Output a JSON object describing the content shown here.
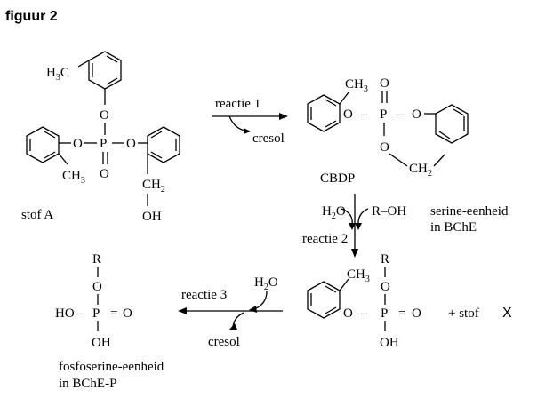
{
  "figure": {
    "title": "figuur 2"
  },
  "labels": {
    "reactie1": "reactie 1",
    "reactie2": "reactie 2",
    "reactie3": "reactie 3",
    "cresol": "cresol",
    "cbdp": "CBDP",
    "stof_a": "stof A",
    "serine_line1": "serine-eenheid",
    "serine_line2": "in BChE",
    "fosfoserine_line1": "fosfoserine-eenheid",
    "fosfoserine_line2": "in BChE-P",
    "plus_stof": "+ stof",
    "stof_x": "X"
  },
  "atoms": {
    "O": "O",
    "P": "P",
    "R": "R",
    "OH": "OH",
    "HO": "HO",
    "H2O_H": "H",
    "H2O_2": "2",
    "H2O_O": "O",
    "ROH": "R–OH",
    "CH3_C": "CH",
    "CH3_3": "3",
    "CH2_C": "CH",
    "CH2_2": "2",
    "H3C_H": "H",
    "H3C_3": "3",
    "H3C_C": "C",
    "dash": "–",
    "eq": "="
  }
}
